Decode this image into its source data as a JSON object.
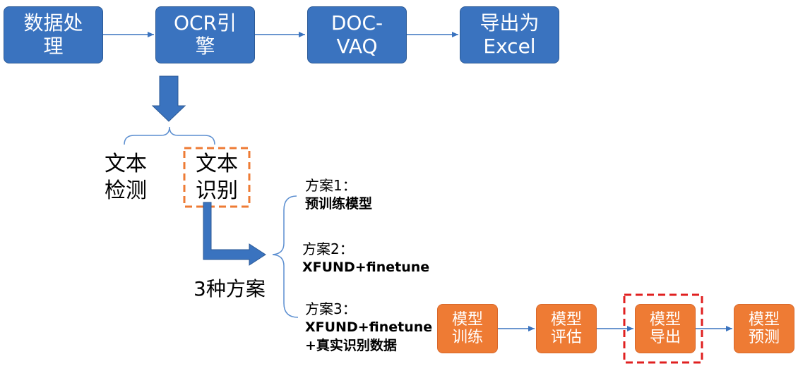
{
  "pipeline": {
    "steps": [
      {
        "line1": "数据处",
        "line2": "理"
      },
      {
        "line1": "OCR引",
        "line2": "擎"
      },
      {
        "line1": "DOC-",
        "line2": "VAQ"
      },
      {
        "line1": "导出为",
        "line2": "Excel"
      }
    ]
  },
  "ocr_parts": {
    "detection": {
      "line1": "文本",
      "line2": "检测"
    },
    "recognition": {
      "line1": "文本",
      "line2": "识别"
    }
  },
  "schemes_label": "3种方案",
  "plans": [
    {
      "title": "方案1：",
      "detail1": "预训练模型",
      "detail2": ""
    },
    {
      "title": "方案2：",
      "detail1": "XFUND+finetune",
      "detail2": ""
    },
    {
      "title": "方案3：",
      "detail1": "XFUND+finetune",
      "detail2": "+真实识别数据"
    }
  ],
  "model_flow": {
    "steps": [
      {
        "line1": "模型",
        "line2": "训练"
      },
      {
        "line1": "模型",
        "line2": "评估"
      },
      {
        "line1": "模型",
        "line2": "导出"
      },
      {
        "line1": "模型",
        "line2": "预测"
      }
    ]
  },
  "colors": {
    "blue_fill": "#3a73bf",
    "orange_fill": "#ee7b34",
    "dashed_orange": "#ee7b34",
    "dashed_red": "#e02020"
  }
}
